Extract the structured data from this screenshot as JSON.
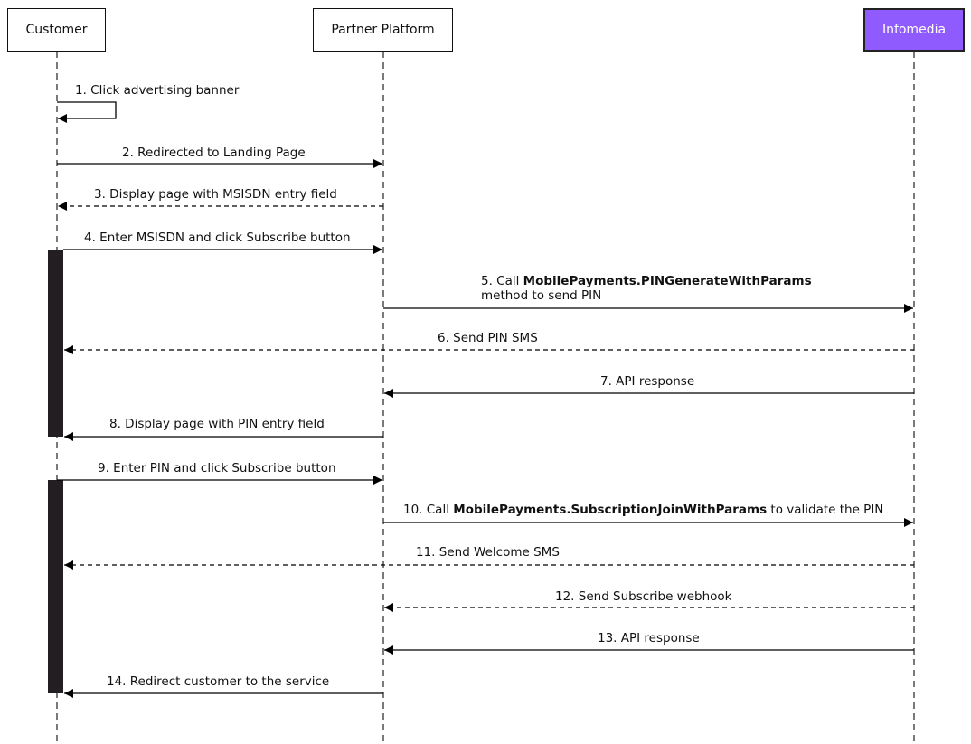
{
  "participants": [
    {
      "id": "customer",
      "label": "Customer"
    },
    {
      "id": "partner",
      "label": "Partner Platform"
    },
    {
      "id": "infomedia",
      "label": "Infomedia",
      "color": "#8f5bff"
    }
  ],
  "messages": [
    {
      "label": "1. Click advertising banner"
    },
    {
      "label": "2. Redirected to Landing Page"
    },
    {
      "label": "3. Display page with MSISDN entry field"
    },
    {
      "label": "4. Enter MSISDN and click Subscribe button"
    },
    {
      "label_prefix": "5. Call ",
      "label_bold": "MobilePayments.PINGenerateWithParams",
      "label_line2": "method to send PIN"
    },
    {
      "label": "6. Send PIN SMS"
    },
    {
      "label": "7. API response"
    },
    {
      "label": "8. Display page with PIN entry field"
    },
    {
      "label": "9. Enter PIN and click Subscribe button"
    },
    {
      "label_prefix": "10. Call ",
      "label_bold": "MobilePayments.SubscriptionJoinWithParams",
      "label_suffix": " to validate the PIN"
    },
    {
      "label": "11. Send Welcome SMS"
    },
    {
      "label": "12. Send Subscribe webhook"
    },
    {
      "label": "13. API response"
    },
    {
      "label": "14. Redirect customer to the service"
    }
  ]
}
